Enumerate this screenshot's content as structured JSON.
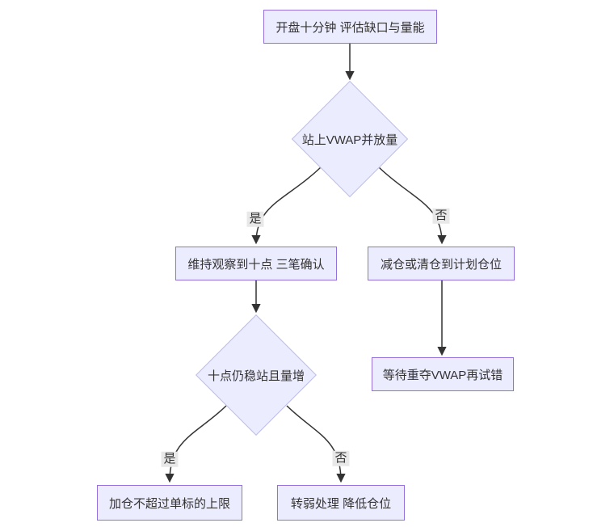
{
  "diagram": {
    "type": "flowchart",
    "colors": {
      "background": "#ffffff",
      "node_fill": "#ececff",
      "node_border": "#9370db",
      "diamond_border": "#bdbde6",
      "edge": "#333333",
      "text": "#333333",
      "label_bg": "#e8e8e8"
    },
    "nodes": {
      "start": {
        "type": "rect",
        "label": "开盘十分钟 评估缺口与量能"
      },
      "decision1": {
        "type": "diamond",
        "label": "站上VWAP并放量"
      },
      "observe": {
        "type": "rect",
        "label": "维持观察到十点 三笔确认"
      },
      "reduce": {
        "type": "rect",
        "label": "减仓或清仓到计划仓位"
      },
      "wait_retry": {
        "type": "rect",
        "label": "等待重夺VWAP再试错"
      },
      "decision2": {
        "type": "diamond",
        "label": "十点仍稳站且量增"
      },
      "add_position": {
        "type": "rect",
        "label": "加仓不超过单标的上限"
      },
      "weaken": {
        "type": "rect",
        "label": "转弱处理 降低仓位"
      }
    },
    "edges": [
      {
        "from": "start",
        "to": "decision1",
        "label": ""
      },
      {
        "from": "decision1",
        "to": "observe",
        "label": "是"
      },
      {
        "from": "decision1",
        "to": "reduce",
        "label": "否"
      },
      {
        "from": "observe",
        "to": "decision2",
        "label": ""
      },
      {
        "from": "reduce",
        "to": "wait_retry",
        "label": ""
      },
      {
        "from": "decision2",
        "to": "add_position",
        "label": "是"
      },
      {
        "from": "decision2",
        "to": "weaken",
        "label": "否"
      }
    ]
  }
}
